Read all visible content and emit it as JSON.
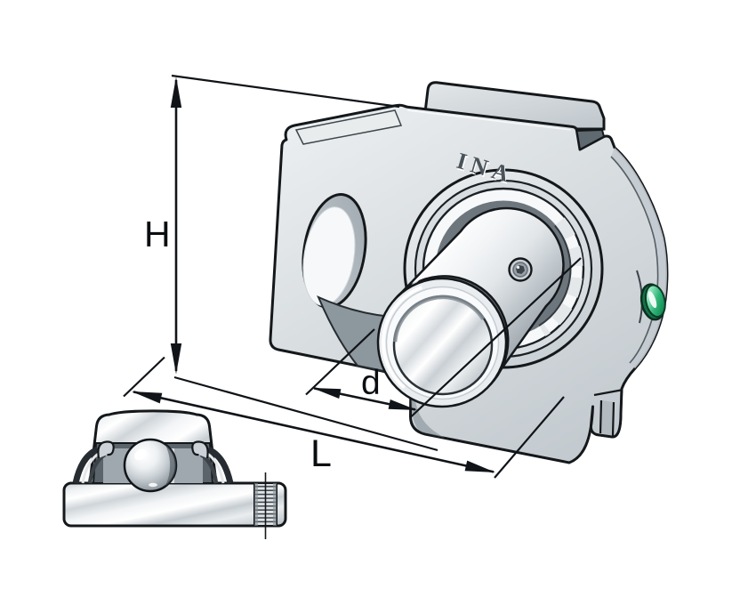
{
  "figure": {
    "background_color": "#ffffff",
    "brand_marking": "INA",
    "dimension_labels": {
      "height": "H",
      "bore": "d",
      "length": "L"
    },
    "colors": {
      "line": "#14181b",
      "housing_gray": "#d7dcdf",
      "housing_shadow": "#99a3aa",
      "metal_white": "#ffffff",
      "grease_nipple_green": "#2eb475"
    },
    "views": {
      "main": "take-up bearing housing unit, 3D view",
      "detail": "cross-section of ball bearing insert on base plate"
    }
  }
}
